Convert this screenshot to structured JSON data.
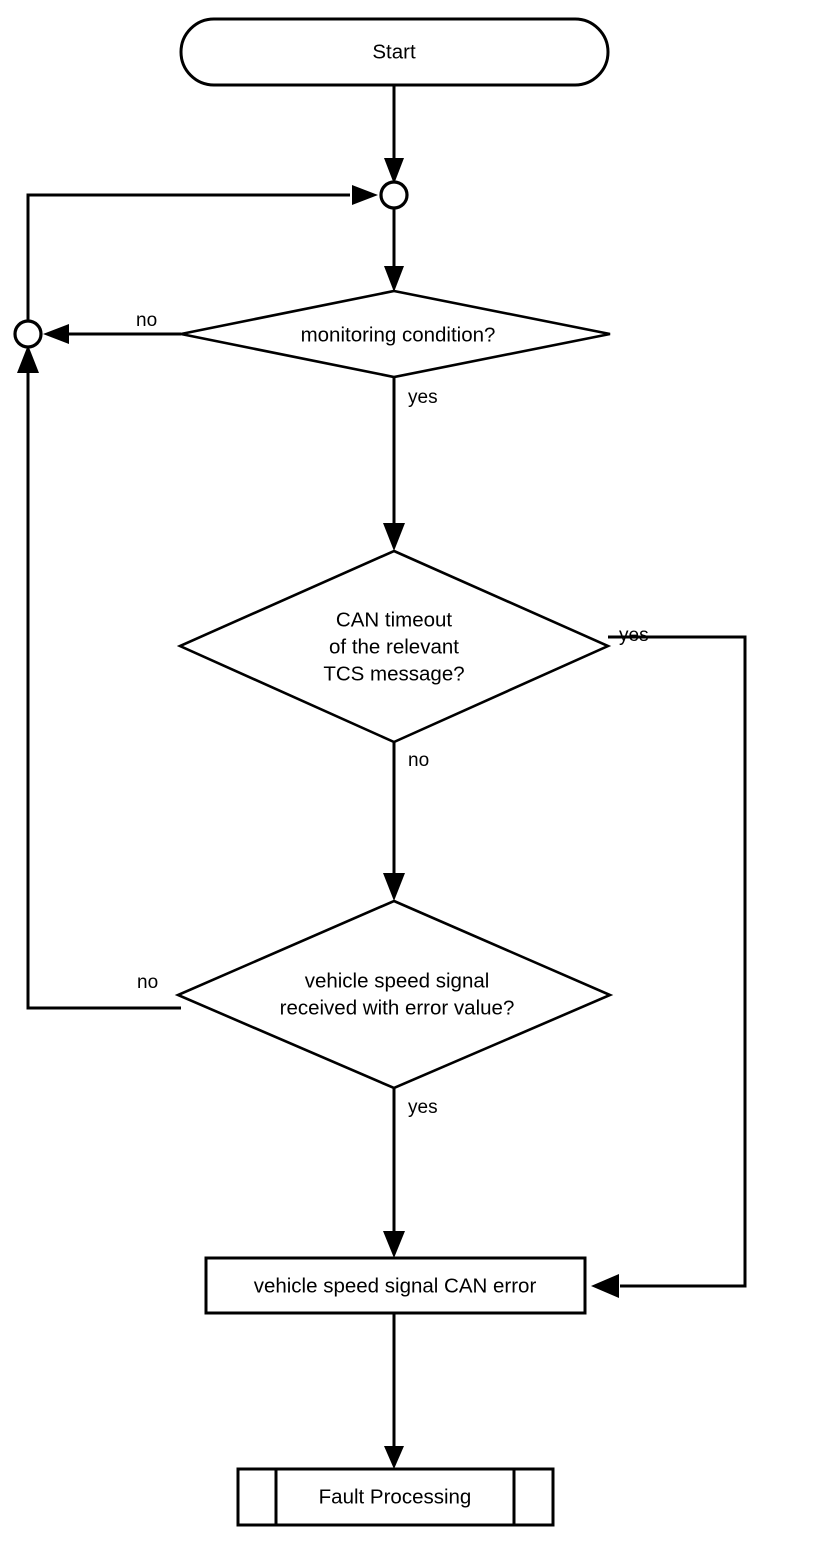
{
  "diagram": {
    "title": "Vehicle speed signal CAN error monitoring flowchart",
    "type": "flowchart",
    "colors": {
      "stroke": "#000000",
      "fill": "#ffffff",
      "text": "#000000"
    },
    "nodes": {
      "start": {
        "label": "Start",
        "shape": "terminator"
      },
      "connector_top": {
        "label": "",
        "shape": "connector"
      },
      "connector_left": {
        "label": "",
        "shape": "connector"
      },
      "decision_monitoring": {
        "label": "monitoring condition?",
        "shape": "decision",
        "lines": [
          "monitoring condition?"
        ]
      },
      "decision_can_timeout": {
        "label": "CAN timeout of the relevant TCS message?",
        "shape": "decision",
        "lines": [
          "CAN timeout",
          "of the relevant",
          "TCS message?"
        ]
      },
      "decision_error_value": {
        "label": "vehicle speed signal received with error value?",
        "shape": "decision",
        "lines": [
          "vehicle speed signal",
          "received with error value?"
        ]
      },
      "process_can_error": {
        "label": "vehicle speed signal CAN error",
        "shape": "process"
      },
      "predefined_fault_processing": {
        "label": "Fault Processing",
        "shape": "predefined-process"
      }
    },
    "edge_labels": {
      "monitoring_no": "no",
      "monitoring_yes": "yes",
      "can_timeout_yes": "yes",
      "can_timeout_no": "no",
      "error_value_no": "no",
      "error_value_yes": "yes"
    }
  }
}
